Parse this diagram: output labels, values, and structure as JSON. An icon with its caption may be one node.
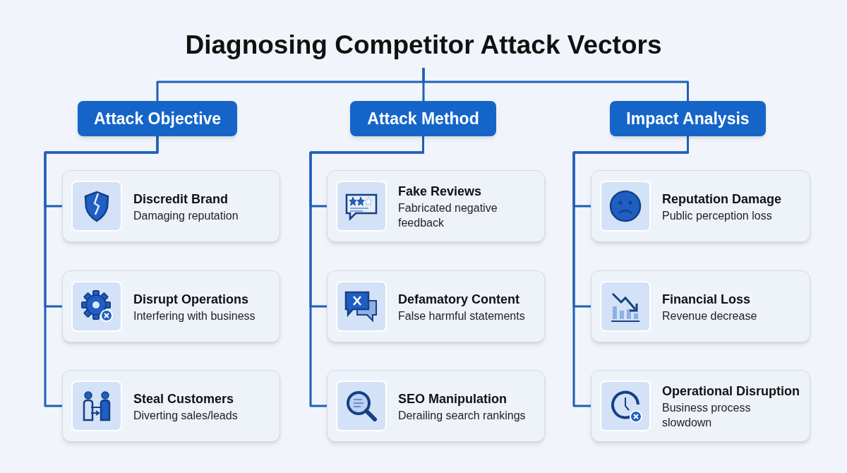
{
  "diagram": {
    "title": "Diagnosing Competitor Attack Vectors",
    "nodes": [
      {
        "text": [
          "Attack Objective"
        ]
      },
      {
        "text": [
          "Discredit Brand",
          "Damaging reputation"
        ]
      },
      {
        "text": [
          "Disrupt Operations",
          "Interfering with business"
        ]
      },
      {
        "text": [
          "Steal Customers",
          "Diverting sales/leads"
        ]
      },
      {
        "text": [
          "Attack Method"
        ]
      },
      {
        "text": [
          "Fake Reviews",
          "Fabricated negative feedback"
        ]
      },
      {
        "text": [
          "Defamatory Content",
          "False harmful statements"
        ]
      },
      {
        "text": [
          "SEO Manipulation",
          "Derailing search rankings"
        ]
      },
      {
        "text": [
          "Impact Analysis"
        ]
      },
      {
        "text": [
          "Reputation Damage",
          "Public perception loss"
        ]
      },
      {
        "text": [
          "Financial Loss",
          "Revenue decrease"
        ]
      },
      {
        "text": [
          "Operational Disruption",
          "Business process slowdown"
        ]
      }
    ],
    "edges": [
      {
        "from": null,
        "to": 0,
        "arrow": "none"
      },
      {
        "from": null,
        "to": 4,
        "arrow": "none"
      },
      {
        "from": null,
        "to": 8,
        "arrow": "none"
      },
      {
        "from": 0,
        "to": 1,
        "arrow": "none"
      },
      {
        "from": 0,
        "to": 2,
        "arrow": "none"
      },
      {
        "from": 0,
        "to": 3,
        "arrow": "none"
      },
      {
        "from": 4,
        "to": 5,
        "arrow": "none"
      },
      {
        "from": 4,
        "to": 6,
        "arrow": "none"
      },
      {
        "from": 4,
        "to": 7,
        "arrow": "none"
      },
      {
        "from": 8,
        "to": 9,
        "arrow": "none"
      },
      {
        "from": 8,
        "to": 10,
        "arrow": "none"
      },
      {
        "from": 8,
        "to": 11,
        "arrow": "none"
      }
    ]
  }
}
